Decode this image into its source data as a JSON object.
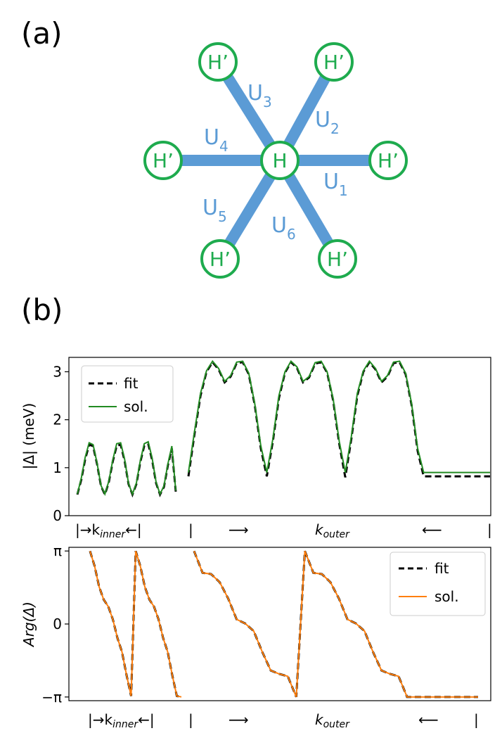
{
  "panel_a": {
    "label": "(a)",
    "center_node": "H",
    "outer_node": "H’",
    "bonds": [
      {
        "letter": "U",
        "sub": "1"
      },
      {
        "letter": "U",
        "sub": "2"
      },
      {
        "letter": "U",
        "sub": "3"
      },
      {
        "letter": "U",
        "sub": "4"
      },
      {
        "letter": "U",
        "sub": "5"
      },
      {
        "letter": "U",
        "sub": "6"
      }
    ],
    "colors": {
      "node": "#1eab4e",
      "bond": "#5b9bd5"
    }
  },
  "panel_b": {
    "label": "(b)"
  },
  "kpath_labels": {
    "inner": "|→k",
    "inner_sub": "inner",
    "inner_end": "←|",
    "outer_start": "|",
    "arrow_right": "⟶",
    "outer": "k",
    "outer_sub": "outer",
    "arrow_left": "⟵",
    "outer_end": "|"
  },
  "chart_data": [
    {
      "type": "line",
      "title": "",
      "ylabel": "|Δ| (meV)",
      "xlabel": "",
      "ylim": [
        0,
        3.3
      ],
      "yticks": [
        "0",
        "1",
        "2",
        "3"
      ],
      "ytick_values": [
        0,
        1,
        2,
        3
      ],
      "legend_position": "top-left",
      "colors": {
        "fit": "#000000",
        "sol": "#228b22"
      },
      "segments": [
        {
          "name": "k_inner",
          "x": [
            0,
            0.04,
            0.08,
            0.12,
            0.16,
            0.2,
            0.24,
            0.28,
            0.32,
            0.36,
            0.4,
            0.44,
            0.48,
            0.52,
            0.56,
            0.6,
            0.64,
            0.68,
            0.72,
            0.76,
            0.8,
            0.84,
            0.88,
            0.92,
            0.96,
            1
          ],
          "series": [
            {
              "name": "fit",
              "values": [
                0.44,
                0.75,
                1.18,
                1.48,
                1.45,
                1.08,
                0.62,
                0.44,
                0.7,
                1.13,
                1.46,
                1.48,
                1.15,
                0.66,
                0.44,
                0.66,
                1.12,
                1.46,
                1.5,
                1.16,
                0.68,
                0.44,
                0.6,
                1.05,
                1.4,
                0.5
              ]
            },
            {
              "name": "sol.",
              "values": [
                0.45,
                0.78,
                1.22,
                1.52,
                1.48,
                1.1,
                0.63,
                0.45,
                0.72,
                1.16,
                1.5,
                1.52,
                1.18,
                0.67,
                0.45,
                0.68,
                1.15,
                1.5,
                1.54,
                1.2,
                0.7,
                0.45,
                0.62,
                1.08,
                1.45,
                0.52
              ]
            }
          ]
        },
        {
          "name": "k_outer",
          "x": [
            0,
            0.02,
            0.04,
            0.06,
            0.08,
            0.1,
            0.12,
            0.14,
            0.16,
            0.18,
            0.2,
            0.22,
            0.24,
            0.26,
            0.28,
            0.3,
            0.32,
            0.34,
            0.36,
            0.38,
            0.4,
            0.42,
            0.44,
            0.46,
            0.48,
            0.5,
            0.52,
            0.54,
            0.56,
            0.58,
            0.6,
            0.62,
            0.64,
            0.66,
            0.68,
            0.7,
            0.72,
            0.74,
            0.76,
            0.78,
            0.8,
            0.82,
            0.84,
            0.86,
            0.88,
            0.9,
            0.92,
            0.94,
            0.96,
            0.98,
            1
          ],
          "series": [
            {
              "name": "fit",
              "values": [
                0.82,
                1.7,
                2.5,
                3.0,
                3.2,
                3.05,
                2.78,
                2.9,
                3.18,
                3.2,
                2.95,
                2.3,
                1.4,
                0.82,
                1.55,
                2.45,
                2.98,
                3.2,
                3.08,
                2.78,
                2.88,
                3.17,
                3.2,
                2.98,
                2.4,
                1.5,
                0.8,
                1.6,
                2.5,
                3.0,
                3.2,
                3.05,
                2.78,
                2.9,
                3.18,
                3.2,
                2.95,
                2.3,
                1.35,
                0.82,
                0.82,
                0.82,
                0.82,
                0.82,
                0.82,
                0.82,
                0.82,
                0.82,
                0.82,
                0.82,
                0.82
              ]
            },
            {
              "name": "sol.",
              "values": [
                0.9,
                1.75,
                2.55,
                3.02,
                3.22,
                3.07,
                2.8,
                2.92,
                3.2,
                3.22,
                2.97,
                2.33,
                1.45,
                0.9,
                1.6,
                2.5,
                3.0,
                3.22,
                3.1,
                2.8,
                2.9,
                3.19,
                3.22,
                3.0,
                2.43,
                1.55,
                0.9,
                1.65,
                2.55,
                3.02,
                3.22,
                3.07,
                2.8,
                2.92,
                3.2,
                3.22,
                2.97,
                2.33,
                1.4,
                0.9,
                0.9,
                0.9,
                0.9,
                0.9,
                0.9,
                0.9,
                0.9,
                0.9,
                0.9,
                0.9,
                0.9
              ]
            }
          ]
        }
      ]
    },
    {
      "type": "line",
      "title": "",
      "ylabel": "Arg(Δ)",
      "xlabel": "",
      "ylim": [
        -3.3,
        3.3
      ],
      "yticks": [
        "−π",
        "0",
        "π"
      ],
      "ytick_values": [
        -3.14159,
        0,
        3.14159
      ],
      "legend_position": "top-right",
      "colors": {
        "fit": "#000000",
        "sol": "#ff7f0e"
      },
      "segments": [
        {
          "name": "k_inner",
          "x": [
            0,
            0.05,
            0.1,
            0.15,
            0.2,
            0.25,
            0.3,
            0.35,
            0.4,
            0.45,
            0.5,
            0.55,
            0.6,
            0.65,
            0.7,
            0.75,
            0.8,
            0.85,
            0.9,
            0.95,
            1
          ],
          "series": [
            {
              "name": "fit",
              "values": [
                3.14,
                2.5,
                1.6,
                1.05,
                0.75,
                0.2,
                -0.6,
                -1.2,
                -2.2,
                -3.1,
                3.14,
                2.5,
                1.6,
                1.05,
                0.75,
                0.2,
                -0.6,
                -1.2,
                -2.2,
                -3.1,
                -3.14
              ]
            },
            {
              "name": "sol.",
              "values": [
                3.14,
                2.5,
                1.6,
                1.05,
                0.75,
                0.2,
                -0.6,
                -1.2,
                -2.2,
                -3.1,
                3.14,
                2.5,
                1.6,
                1.05,
                0.75,
                0.2,
                -0.6,
                -1.2,
                -2.2,
                -3.1,
                -3.14
              ]
            }
          ]
        },
        {
          "name": "k_outer",
          "x": [
            0,
            0.03,
            0.06,
            0.09,
            0.12,
            0.15,
            0.18,
            0.21,
            0.24,
            0.27,
            0.3,
            0.33,
            0.36,
            0.39,
            0.42,
            0.45,
            0.48,
            0.51,
            0.54,
            0.57,
            0.6,
            0.63,
            0.66,
            0.69,
            0.72,
            0.75,
            0.78,
            0.81,
            0.84,
            0.87,
            0.9,
            0.93,
            0.96,
            1
          ],
          "series": [
            {
              "name": "fit",
              "values": [
                3.14,
                2.2,
                2.15,
                1.8,
                1.1,
                0.2,
                0.02,
                -0.3,
                -1.2,
                -2.0,
                -2.15,
                -2.25,
                -3.14,
                3.14,
                2.2,
                2.15,
                1.8,
                1.1,
                0.2,
                0.02,
                -0.3,
                -1.2,
                -2.0,
                -2.15,
                -2.25,
                -3.14,
                -3.14,
                -3.14,
                -3.14,
                -3.14,
                -3.14,
                -3.14,
                -3.14,
                -3.14
              ]
            },
            {
              "name": "sol.",
              "values": [
                3.14,
                2.2,
                2.15,
                1.8,
                1.1,
                0.2,
                0.02,
                -0.3,
                -1.2,
                -2.0,
                -2.15,
                -2.25,
                -3.14,
                3.14,
                2.2,
                2.15,
                1.8,
                1.1,
                0.2,
                0.02,
                -0.3,
                -1.2,
                -2.0,
                -2.15,
                -2.25,
                -3.14,
                -3.14,
                -3.14,
                -3.14,
                -3.14,
                -3.14,
                -3.14,
                -3.14,
                -3.14
              ]
            }
          ]
        }
      ]
    }
  ],
  "legend": {
    "fit_label": "fit",
    "sol_label": "sol."
  }
}
